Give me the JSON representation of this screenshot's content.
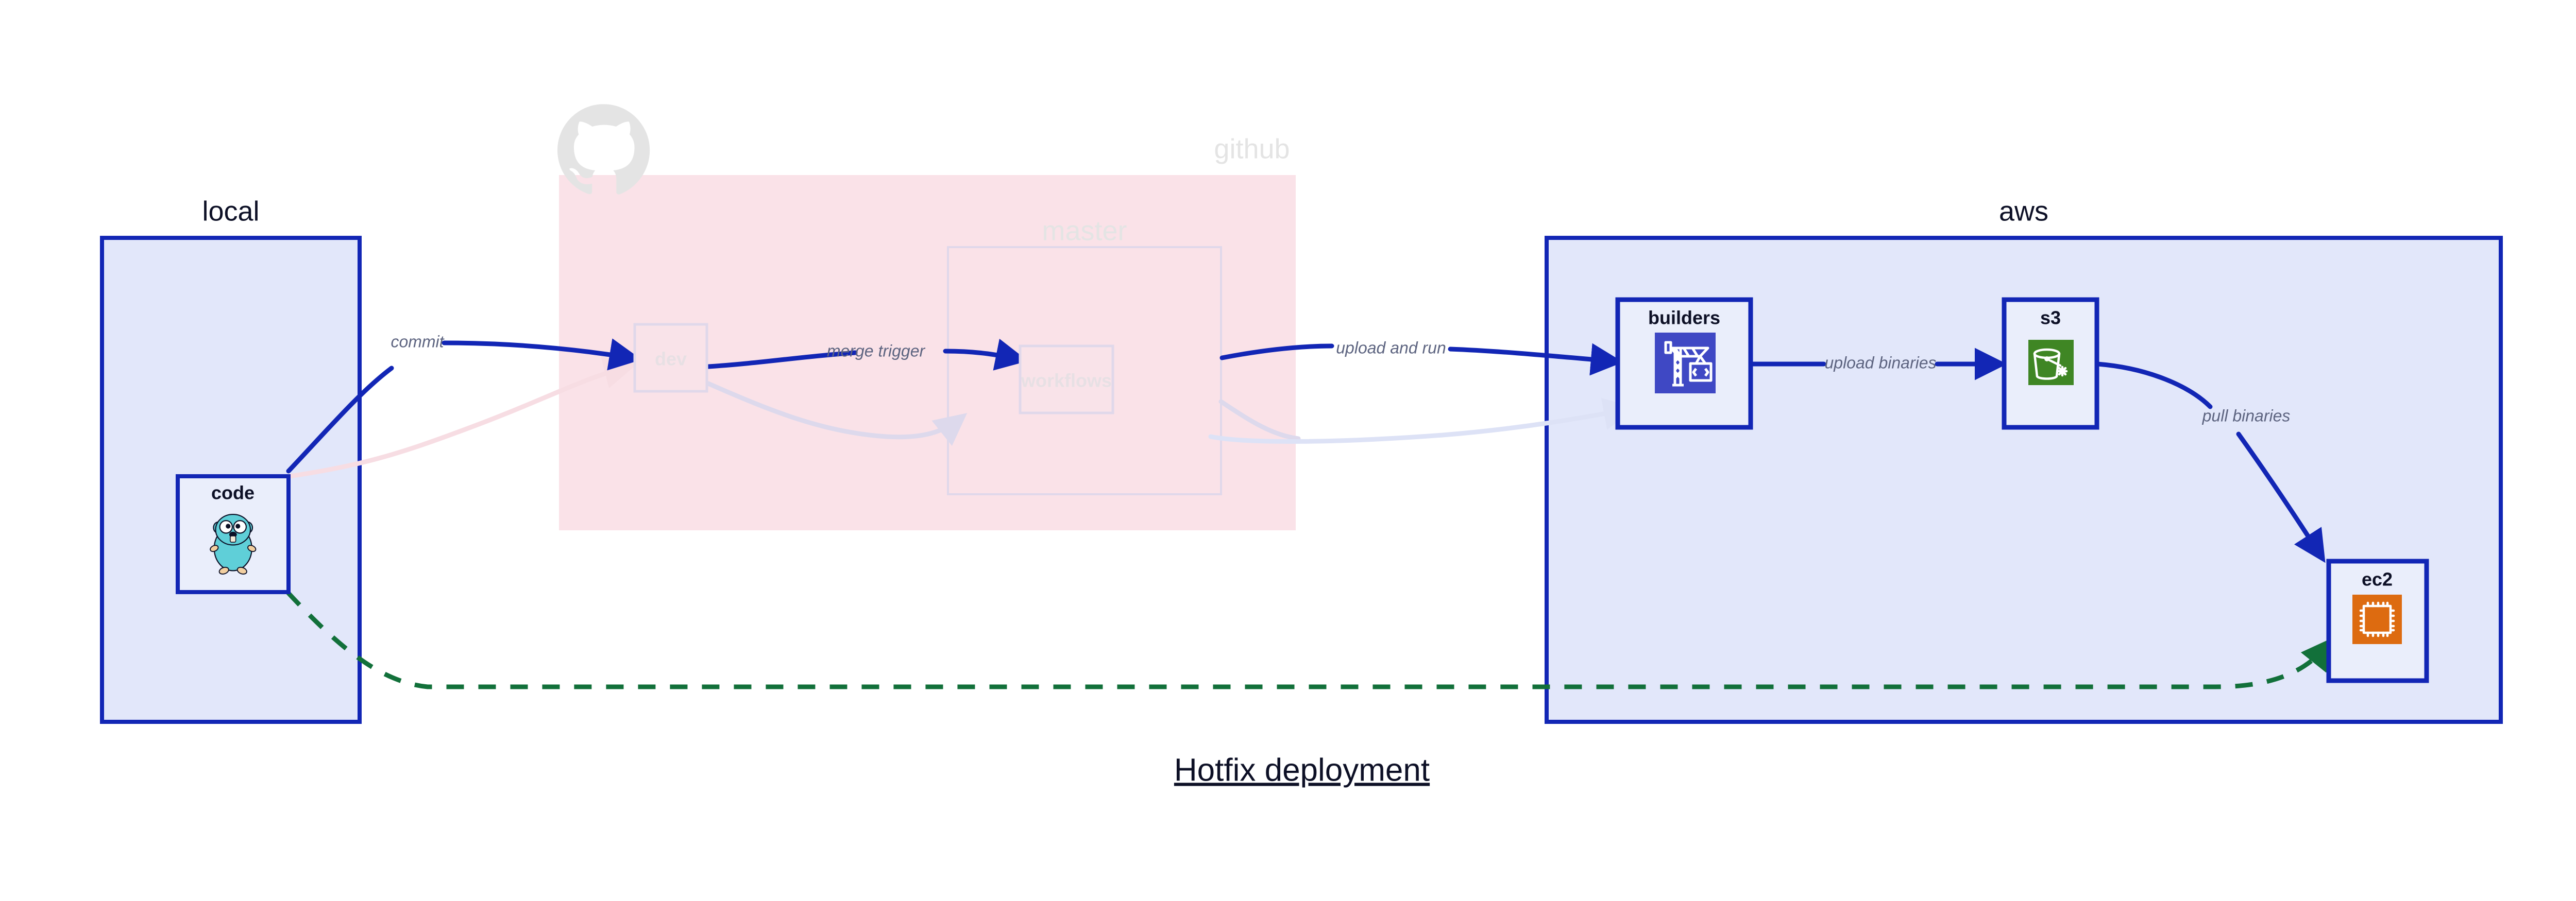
{
  "diagram": {
    "title": "Hotfix deployment",
    "clusters": [
      {
        "id": "local",
        "label": "local",
        "fill": "#e2e7fa",
        "stroke": "#1226b5"
      },
      {
        "id": "github",
        "label": "github",
        "fill": "#fae2e8",
        "stroke": "#fae2e8"
      },
      {
        "id": "aws",
        "label": "aws",
        "fill": "#e2e7fa",
        "stroke": "#1226b5"
      }
    ],
    "subclusters": [
      {
        "id": "master",
        "label": "master",
        "parent": "github",
        "stroke": "#e0d8ea"
      }
    ],
    "nodes": [
      {
        "id": "code",
        "label": "code",
        "icon": "go-gopher-icon",
        "cluster": "local",
        "faded": false
      },
      {
        "id": "dev",
        "label": "dev",
        "icon": "none",
        "cluster": "github",
        "faded": true
      },
      {
        "id": "workflows",
        "label": "workflows",
        "icon": "none",
        "cluster": "master",
        "faded": true
      },
      {
        "id": "builders",
        "label": "builders",
        "icon": "crane-code-icon",
        "cluster": "aws",
        "faded": false
      },
      {
        "id": "s3",
        "label": "s3",
        "icon": "s3-bucket-icon",
        "cluster": "aws",
        "faded": false
      },
      {
        "id": "ec2",
        "label": "ec2",
        "icon": "cpu-chip-icon",
        "cluster": "aws",
        "faded": false
      }
    ],
    "edges": [
      {
        "from": "code",
        "to": "dev",
        "label": "commit",
        "style": "solid",
        "color": "#1226b5"
      },
      {
        "from": "dev",
        "to": "workflows",
        "label": "merge trigger",
        "style": "solid",
        "color": "#1226b5"
      },
      {
        "from": "workflows",
        "to": "builders",
        "label": "upload and run",
        "style": "solid",
        "color": "#1226b5"
      },
      {
        "from": "builders",
        "to": "s3",
        "label": "upload binaries",
        "style": "solid",
        "color": "#1226b5"
      },
      {
        "from": "s3",
        "to": "ec2",
        "label": "pull binaries",
        "style": "solid",
        "color": "#1226b5"
      },
      {
        "from": "code",
        "to": "ec2",
        "label": "",
        "style": "dashed",
        "color": "#12703a"
      }
    ],
    "watermarks": [
      {
        "id": "github-octocat",
        "icon": "github-octocat-icon",
        "color": "#e4e4e4"
      }
    ],
    "colors": {
      "edge_blue": "#1226b5",
      "edge_green": "#12703a",
      "label_gray": "#5d6480",
      "cluster_blue_fill": "#e2e7fa",
      "cluster_pink_fill": "#fae2e8",
      "node_fill": "#eaeefb",
      "icon_builders_bg": "#3f48c4",
      "icon_s3_bg": "#3f8624",
      "icon_ec2_bg": "#dd6b10",
      "gopher_body": "#5fcfd8"
    }
  }
}
